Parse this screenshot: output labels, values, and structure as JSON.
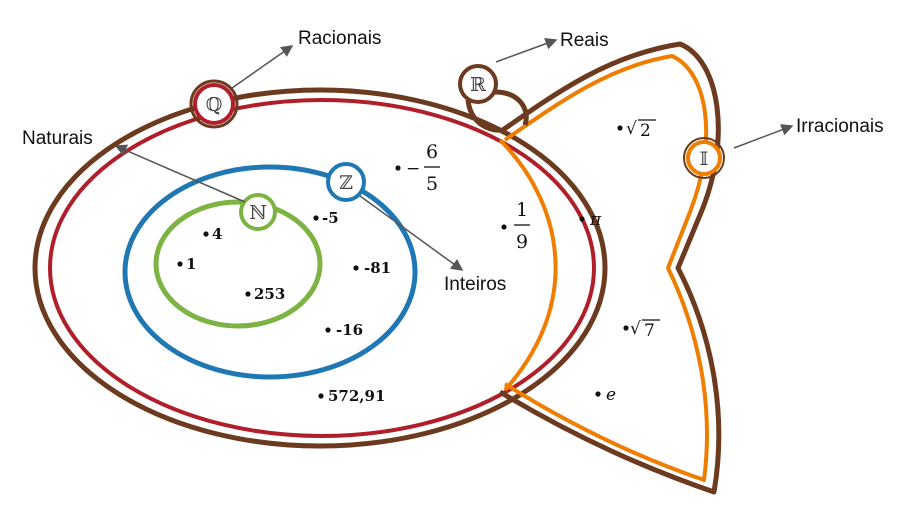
{
  "labels": {
    "racionais": "Racionais",
    "reais": "Reais",
    "irracionais": "Irracionais",
    "naturais": "Naturais",
    "inteiros": "Inteiros"
  },
  "symbols": {
    "Q": "ℚ",
    "R": "ℝ",
    "I": "𝕀",
    "N": "ℕ",
    "Z": "ℤ"
  },
  "naturals": [
    "4",
    "1",
    "253"
  ],
  "integers": [
    "-5",
    "-81",
    "-16"
  ],
  "rationals": {
    "decimal": "572,91",
    "neg_fraction": {
      "sign": "−",
      "numerator": "6",
      "denominator": "5"
    },
    "fraction": {
      "numerator": "1",
      "denominator": "9"
    }
  },
  "irrationals": {
    "pi": "π",
    "sqrt2": "2",
    "sqrt7": "7",
    "e": "e",
    "radical": "√"
  },
  "colors": {
    "fish_outline": "#6b3a1f",
    "rational_ring": "#b01e2a",
    "integer_ring": "#1f78b4",
    "natural_ring": "#7cb342",
    "irrational_ring": "#ef7d00",
    "arrow": "#555555"
  }
}
